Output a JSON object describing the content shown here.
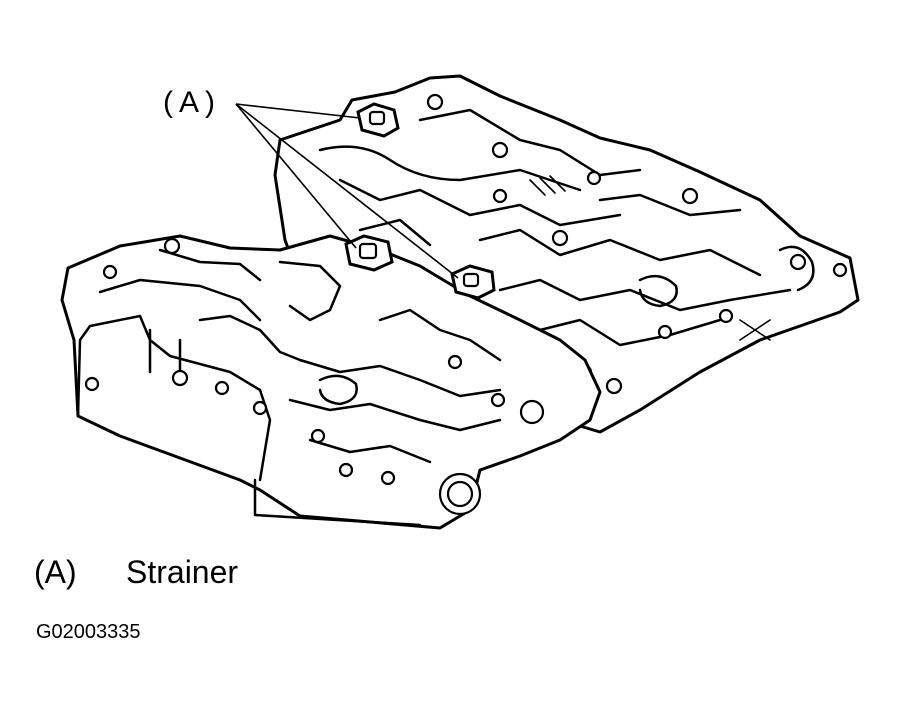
{
  "callout": {
    "label": "(A)"
  },
  "legend": {
    "items": [
      {
        "key": "(A)",
        "description": "Strainer"
      }
    ]
  },
  "figure_id": "G02003335",
  "colors": {
    "line": "#000000",
    "background": "#ffffff"
  }
}
